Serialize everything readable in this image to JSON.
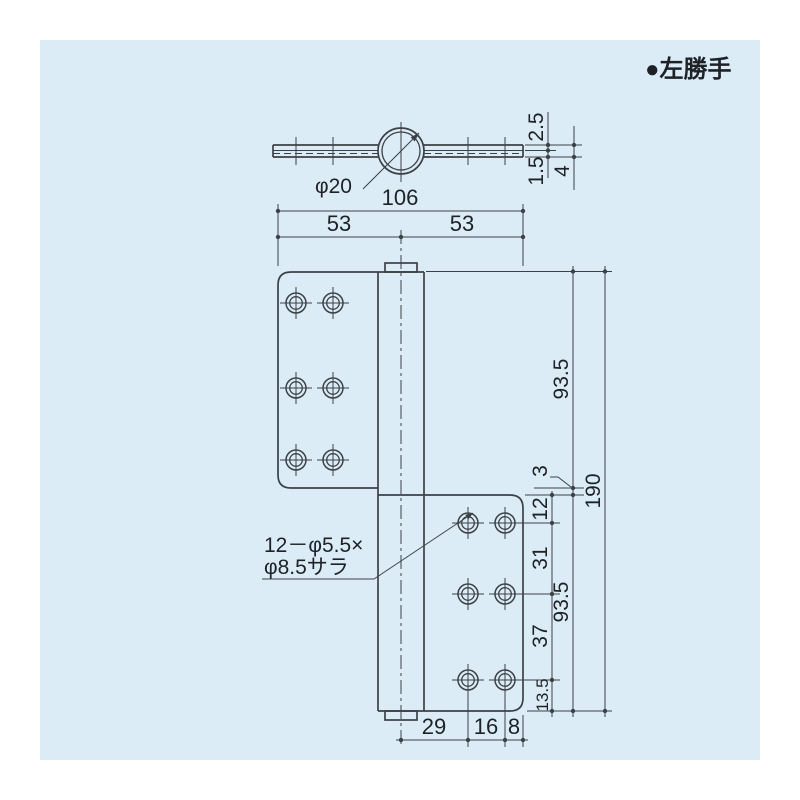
{
  "page": {
    "panel_background": "#dbecf7",
    "line_color": "#3c4146",
    "text_color": "#1e2226"
  },
  "header": {
    "handing_label": "●左勝手"
  },
  "top_view": {
    "knuckle_diameter": "φ20",
    "upper_leaf_thickness": "2.5",
    "lower_leaf_thickness": "1.5",
    "total_thickness": "4"
  },
  "front_view": {
    "total_width": "106",
    "left_half_width": "53",
    "right_half_width": "53",
    "upper_leaf_height": "93.5",
    "leaf_gap": "3",
    "lower_leaf_height": "93.5",
    "total_height": "190",
    "hole_top_offset": "12",
    "hole_pitch_upper": "31",
    "hole_pitch_lower": "37",
    "hole_bottom_offset": "13.5",
    "hole_center_offset": "29",
    "hole_column_pitch": "16",
    "hole_edge_offset": "8",
    "hole_note_line1": "12－φ5.5×",
    "hole_note_line2": "φ8.5サラ"
  }
}
